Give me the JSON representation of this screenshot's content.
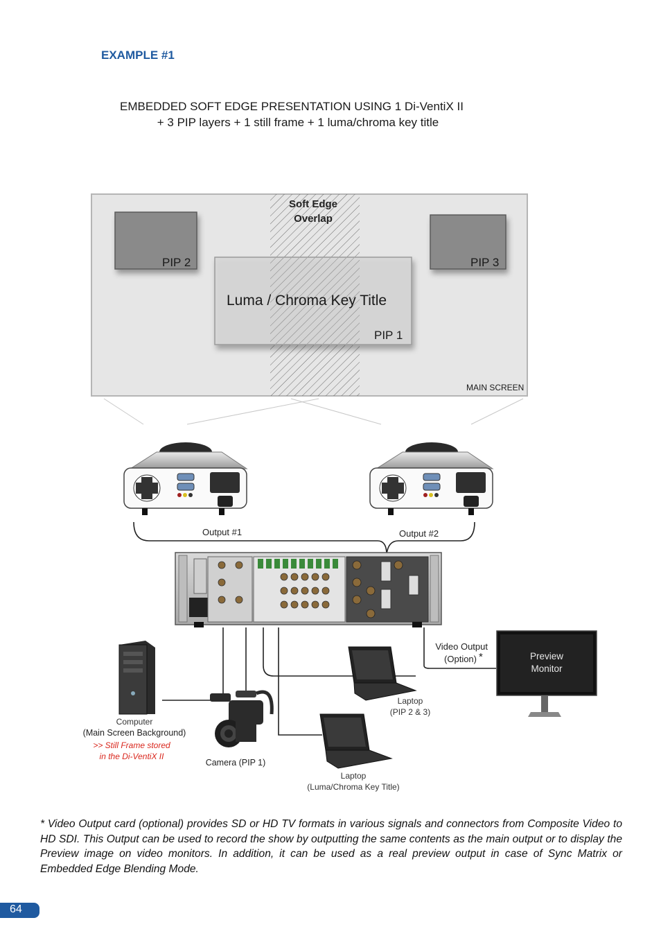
{
  "heading": "EXAMPLE #1",
  "subtitle": {
    "line1": "EMBEDDED SOFT EDGE PRESENTATION USING  1 Di-VentiX II",
    "line2": "+ 3 PIP layers + 1 still frame + 1 luma/chroma key title"
  },
  "diagram": {
    "soft_edge_line1": "Soft Edge",
    "soft_edge_line2": "Overlap",
    "pip2": "PIP 2",
    "pip3": "PIP 3",
    "luma_title": "Luma / Chroma Key Title",
    "pip1": "PIP 1",
    "main_screen": "MAIN SCREEN",
    "output1": "Output #1",
    "output2": "Output #2",
    "video_output_line1": "Video Output",
    "video_output_line2": "(Option)",
    "asterisk": "*",
    "preview_line1": "Preview",
    "preview_line2": "Monitor",
    "laptop1_line1": "Laptop",
    "laptop1_line2": "(PIP 2 & 3)",
    "computer_line1": "Computer",
    "computer_line2": "(Main Screen Background)",
    "still_line1": ">> Still Frame stored",
    "still_line2": "in the Di-VentiX II",
    "camera": "Camera (PIP 1)",
    "laptop2_line1": "Laptop",
    "laptop2_line2": "(Luma/Chroma Key Title)"
  },
  "footnote": "* Video Output card (optional) provides SD or HD TV formats in various signals and connectors from Composite Video to HD SDI. This Output can be used to record the show by outputting the same contents as the main output or to display the Preview image on video monitors. In addition, it can be used as a real preview output in case of Sync Matrix or Embedded Edge Blending Mode.",
  "page_number": "64",
  "colors": {
    "accent_blue": "#1f5aa0",
    "still_frame_red": "#d9261c"
  }
}
